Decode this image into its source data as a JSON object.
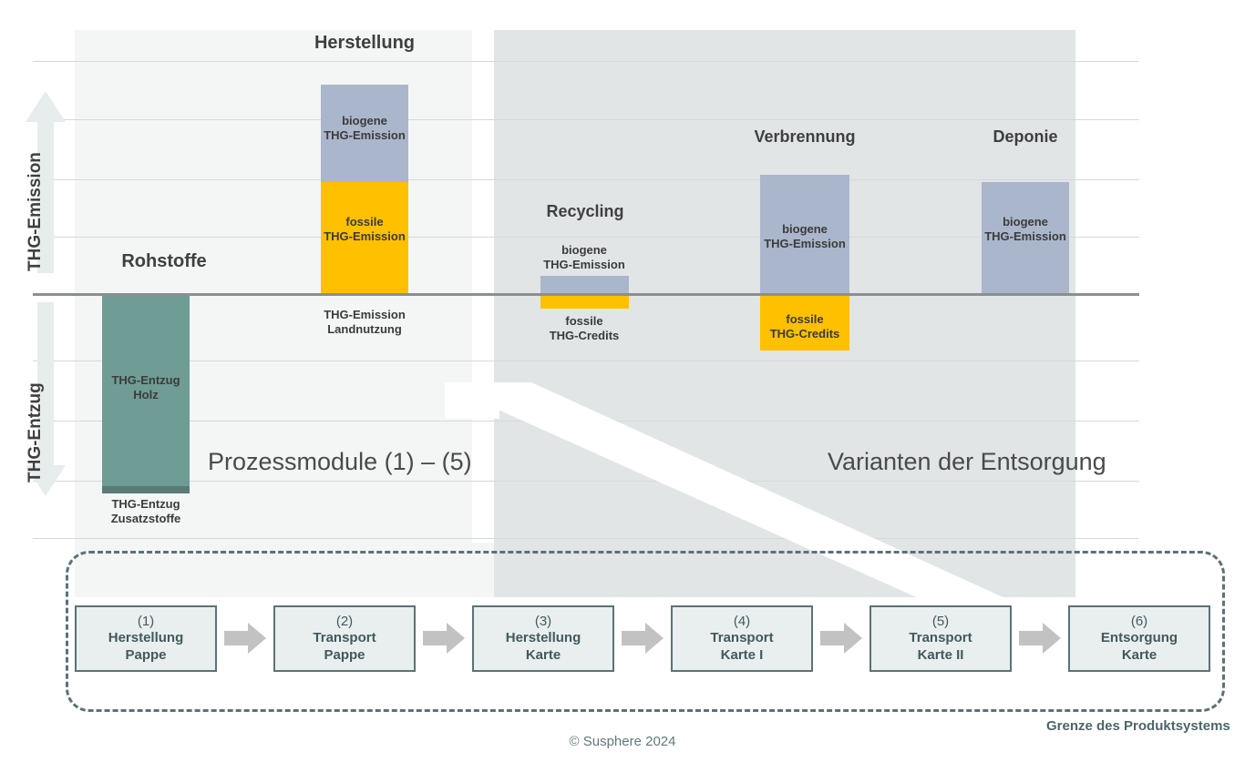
{
  "axes": {
    "upper_label": "THG-Emission",
    "lower_label": "THG-Entzug",
    "up_arrow_icon": "arrow-up-icon",
    "down_arrow_icon": "arrow-down-icon"
  },
  "sections": {
    "left_caption": "Prozessmodule (1) – (5)",
    "right_caption": "Varianten der Entsorgung"
  },
  "groups": [
    {
      "id": "rohstoffe",
      "label": "Rohstoffe"
    },
    {
      "id": "herstellung",
      "label": "Herstellung"
    },
    {
      "id": "recycling",
      "label": "Recycling"
    },
    {
      "id": "verbrennung",
      "label": "Verbrennung"
    },
    {
      "id": "deponie",
      "label": "Deponie"
    }
  ],
  "bar_labels": {
    "rohstoffe_holz": "THG-Entzug\nHolz",
    "rohstoffe_holz_l1": "THG-Entzug",
    "rohstoffe_holz_l2": "Holz",
    "rohstoffe_zusatz_l1": "THG-Entzug",
    "rohstoffe_zusatz_l2": "Zusatzstoffe",
    "herstellung_biogen_l1": "biogene",
    "herstellung_biogen_l2": "THG-Emission",
    "herstellung_fossil_l1": "fossile",
    "herstellung_fossil_l2": "THG-Emission",
    "herstellung_landnutzung_l1": "THG-Emission",
    "herstellung_landnutzung_l2": "Landnutzung",
    "recycling_biogen_l1": "biogene",
    "recycling_biogen_l2": "THG-Emission",
    "recycling_credits_l1": "fossile",
    "recycling_credits_l2": "THG-Credits",
    "verbrennung_biogen_l1": "biogene",
    "verbrennung_biogen_l2": "THG-Emission",
    "verbrennung_credits_l1": "fossile",
    "verbrennung_credits_l2": "THG-Credits",
    "deponie_biogen_l1": "biogene",
    "deponie_biogen_l2": "THG-Emission"
  },
  "boundary": {
    "caption": "Grenze des Produktsystems"
  },
  "process_modules": [
    {
      "num": "(1)",
      "line1": "Herstellung",
      "line2": "Pappe"
    },
    {
      "num": "(2)",
      "line1": "Transport",
      "line2": "Pappe"
    },
    {
      "num": "(3)",
      "line1": "Herstellung",
      "line2": "Karte"
    },
    {
      "num": "(4)",
      "line1": "Transport",
      "line2": "Karte I"
    },
    {
      "num": "(5)",
      "line1": "Transport",
      "line2": "Karte II"
    },
    {
      "num": "(6)",
      "line1": "Entsorgung",
      "line2": "Karte"
    }
  ],
  "footer": {
    "copyright": "© Susphere 2024"
  },
  "colors": {
    "biogenic": "#aab6cb",
    "fossil": "#ffc000",
    "removal_wood": "#6f9c95",
    "removal_additives": "#5a7b76",
    "panel_light": "#f4f6f6",
    "panel_dark": "#e1e5e6",
    "boundary_stroke": "#5a7377",
    "axis_arrow": "#e6edec",
    "baseline": "#8c8f91",
    "process_box_fill": "#e9efef",
    "process_arrow": "#c2c2c2"
  },
  "chart_data": {
    "type": "bar",
    "title": "",
    "xlabel": "",
    "ylabel": "THG-Emission / THG-Entzug",
    "grid": true,
    "legend": "none",
    "categories": [
      "Rohstoffe",
      "Herstellung",
      "Recycling",
      "Verbrennung",
      "Deponie"
    ],
    "series": [
      {
        "name": "biogene THG-Emission",
        "color": "#aab6cb",
        "values": [
          0,
          107,
          20,
          136,
          128
        ]
      },
      {
        "name": "fossile THG-Emission",
        "color": "#ffc000",
        "values": [
          0,
          128,
          0,
          0,
          0
        ]
      },
      {
        "name": "fossile THG-Credits",
        "color": "#ffc000",
        "values": [
          0,
          0,
          -15,
          -57,
          0
        ]
      },
      {
        "name": "THG-Entzug Holz",
        "color": "#6f9c95",
        "values": [
          -213,
          0,
          0,
          0,
          0
        ]
      },
      {
        "name": "THG-Entzug Zusatzstoffe",
        "color": "#5a7b76",
        "values": [
          -7,
          0,
          0,
          0,
          0
        ]
      }
    ],
    "note": "Values are relative bar magnitudes in pixels measured from the zero baseline; positive = emission (upward), negative = removal/credit (downward)."
  }
}
